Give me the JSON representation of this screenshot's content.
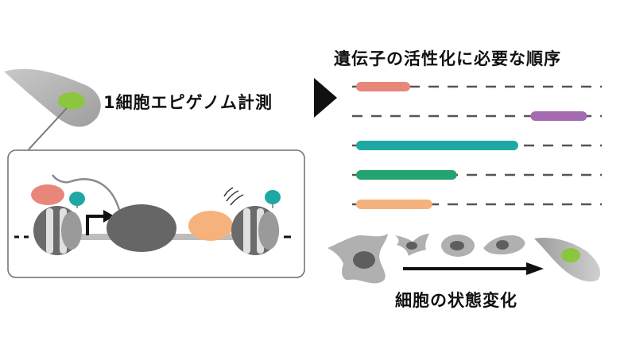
{
  "labels": {
    "single_cell_epigenome": "1細胞エピゲノム計測",
    "activation_order": "遺伝子の活性化に必要な順序",
    "cell_state_change": "細胞の状態変化"
  },
  "activation_tracks": [
    {
      "start": 0.0,
      "end": 0.22,
      "color": "#e8867a"
    },
    {
      "start": 0.71,
      "end": 0.94,
      "color": "#a56bb0"
    },
    {
      "start": 0.0,
      "end": 0.66,
      "color": "#1fa8a3"
    },
    {
      "start": 0.0,
      "end": 0.41,
      "color": "#23a36f"
    },
    {
      "start": 0.0,
      "end": 0.31,
      "color": "#f6b27c"
    }
  ],
  "colors": {
    "cell_body": "#b5b5b5",
    "nucleus_gray": "#888888",
    "nucleus_green": "#8cc63f",
    "dashed_track": "#555555",
    "arrow": "#111111"
  },
  "icons": [
    "play-arrow-icon",
    "right-arrow-icon",
    "transcription-start-arrow-icon",
    "vibration-marks-icon"
  ]
}
